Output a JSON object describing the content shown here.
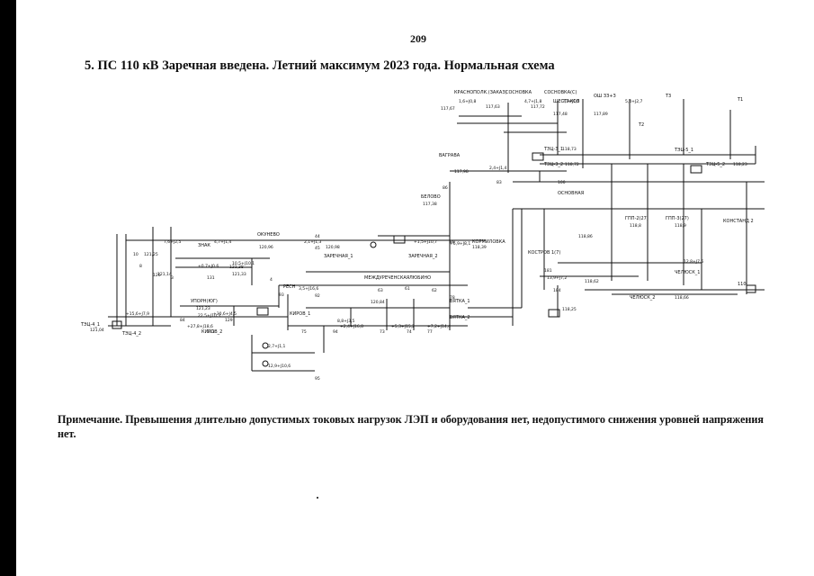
{
  "page": {
    "number": "209",
    "title": "5. ПС 110 кВ Заречная введена. Летний максимум 2023 года. Нормальная схема",
    "note": "Примечание. Превышения длительно допустимых токовых нагрузок ЛЭП и оборудования нет, недопустимого снижения уровней напряжения нет."
  },
  "diagram": {
    "labels": {
      "krasnopolk": "КРАСНОПОЛК.(ЗАКАЗ)",
      "sosnovka": "СОСНОВКА",
      "sosnovka_s": "СОСНОВКА(С)",
      "shestakov": "ШЕСТАКОВ",
      "oshz": "ОШ ЗЗ+З",
      "t1": "Т1",
      "t2": "Т2",
      "t3": "Т3",
      "tec3_1": "ТЭЦ-3_1",
      "tec3_2": "ТЭЦ-3_2",
      "tec5_1": "ТЭЦ-5_1",
      "tec5_2": "ТЭЦ-5_2",
      "tec4_1": "ТЭЦ-4_1",
      "tec4_2": "ТЭЦ-4_2",
      "vagrava": "ВАГРАВА",
      "belovo": "БЕЛОВО",
      "kormilovka": "КОРМИЛОВКА",
      "oshnaja": "ОСНОВНАЯ",
      "okunevo": "ОКУНЕВО",
      "zarechnaja_1": "ЗАРЕЧНАЯ_1",
      "zarechnaja_2": "ЗАРЕЧНАЯ_2",
      "vtk_1": "ВЯТКА_1",
      "vtk_2": "ВЯТКА_2",
      "chelusk_1": "ЧЕЛЮСК_1",
      "chelusk_2": "ЧЕЛЮСК_2",
      "kirova": "КИРОВ_1",
      "kirova_2": "КИРОВ_2",
      "uporn": "УПОРН(ЮГ)",
      "resh": "РЕСН",
      "lyubino": "ЛЮБИНО",
      "mezhdu": "МЕЖДУРЕЧЕНСКАЯ",
      "konst": "КОНСТАНД 2",
      "v110": "110",
      "gpp_2": "ГПП-2(27)",
      "gpp_3": "ГПП-3(27)",
      "kostrov": "КОСТРОВ 1(7)",
      "znak": "ЗНАК"
    },
    "values": {
      "v1": "117,67",
      "v2": "117,63",
      "v3": "117,72",
      "v4": "117,48",
      "v5": "117,89",
      "v6": "118,73",
      "v7": "118,23",
      "v8": "118,72",
      "v9": "117,98",
      "v10": "117,38",
      "v11": "118,39",
      "v12": "120,96",
      "v13": "120,98",
      "v14": "121,25",
      "v15": "121,14",
      "v16": "121,33",
      "v17": "121,38",
      "v18": "121,04",
      "v19": "121,23",
      "v20": "120,84",
      "v21": "118,25",
      "v22": "118,86",
      "v23": "118,66",
      "v24": "118,8",
      "v25": "118,9",
      "v26": "118,62",
      "f1": "4,7+J1,8",
      "f2": "3,1+J1,7",
      "f3": "1,6+J0,8",
      "f4": "5,4+J2,7",
      "f5": "2,4+J1,4",
      "f6": "7,6+J2,5",
      "f7": "4,7+J1,4",
      "f8": "2,1+J1,3",
      "f9": "8,8+J3,5",
      "f10": "13,9+J7,2",
      "f11": "+2,4+J16,8",
      "f12": "+5,3+J15,2",
      "f13": "+7,2+J14,4",
      "f14": "+27,8+J18,6",
      "f15": "+15,6+J7,9",
      "f16": "22,5+J10,3",
      "f17": "+30,6+J4,5",
      "f18": "2,7+J1,1",
      "f19": "12,9+J10,6",
      "f20": "3,5+J16,6",
      "f21": "+1,5+J10,7",
      "f22": "+0,7+J0,6",
      "f23": "10,5+J10,1",
      "f24": "12,8+J7,6",
      "f25": "+6,9+J8,1"
    },
    "nodes": {
      "n83": "83",
      "n86": "86",
      "n44": "44",
      "n45": "45",
      "n84": "84",
      "n88": "88",
      "n92": "92",
      "n93": "93",
      "n94": "94",
      "n95": "95",
      "n131": "131",
      "n133": "133",
      "n126": "126",
      "n129": "129",
      "n61": "61",
      "n62": "62",
      "n63": "63",
      "n73": "73",
      "n74": "74",
      "n75": "75",
      "n77": "77",
      "n78": "78",
      "n100": "100",
      "n181": "181",
      "n184": "184",
      "n3": "3",
      "n4": "4",
      "n8": "8",
      "n10": "10"
    }
  }
}
